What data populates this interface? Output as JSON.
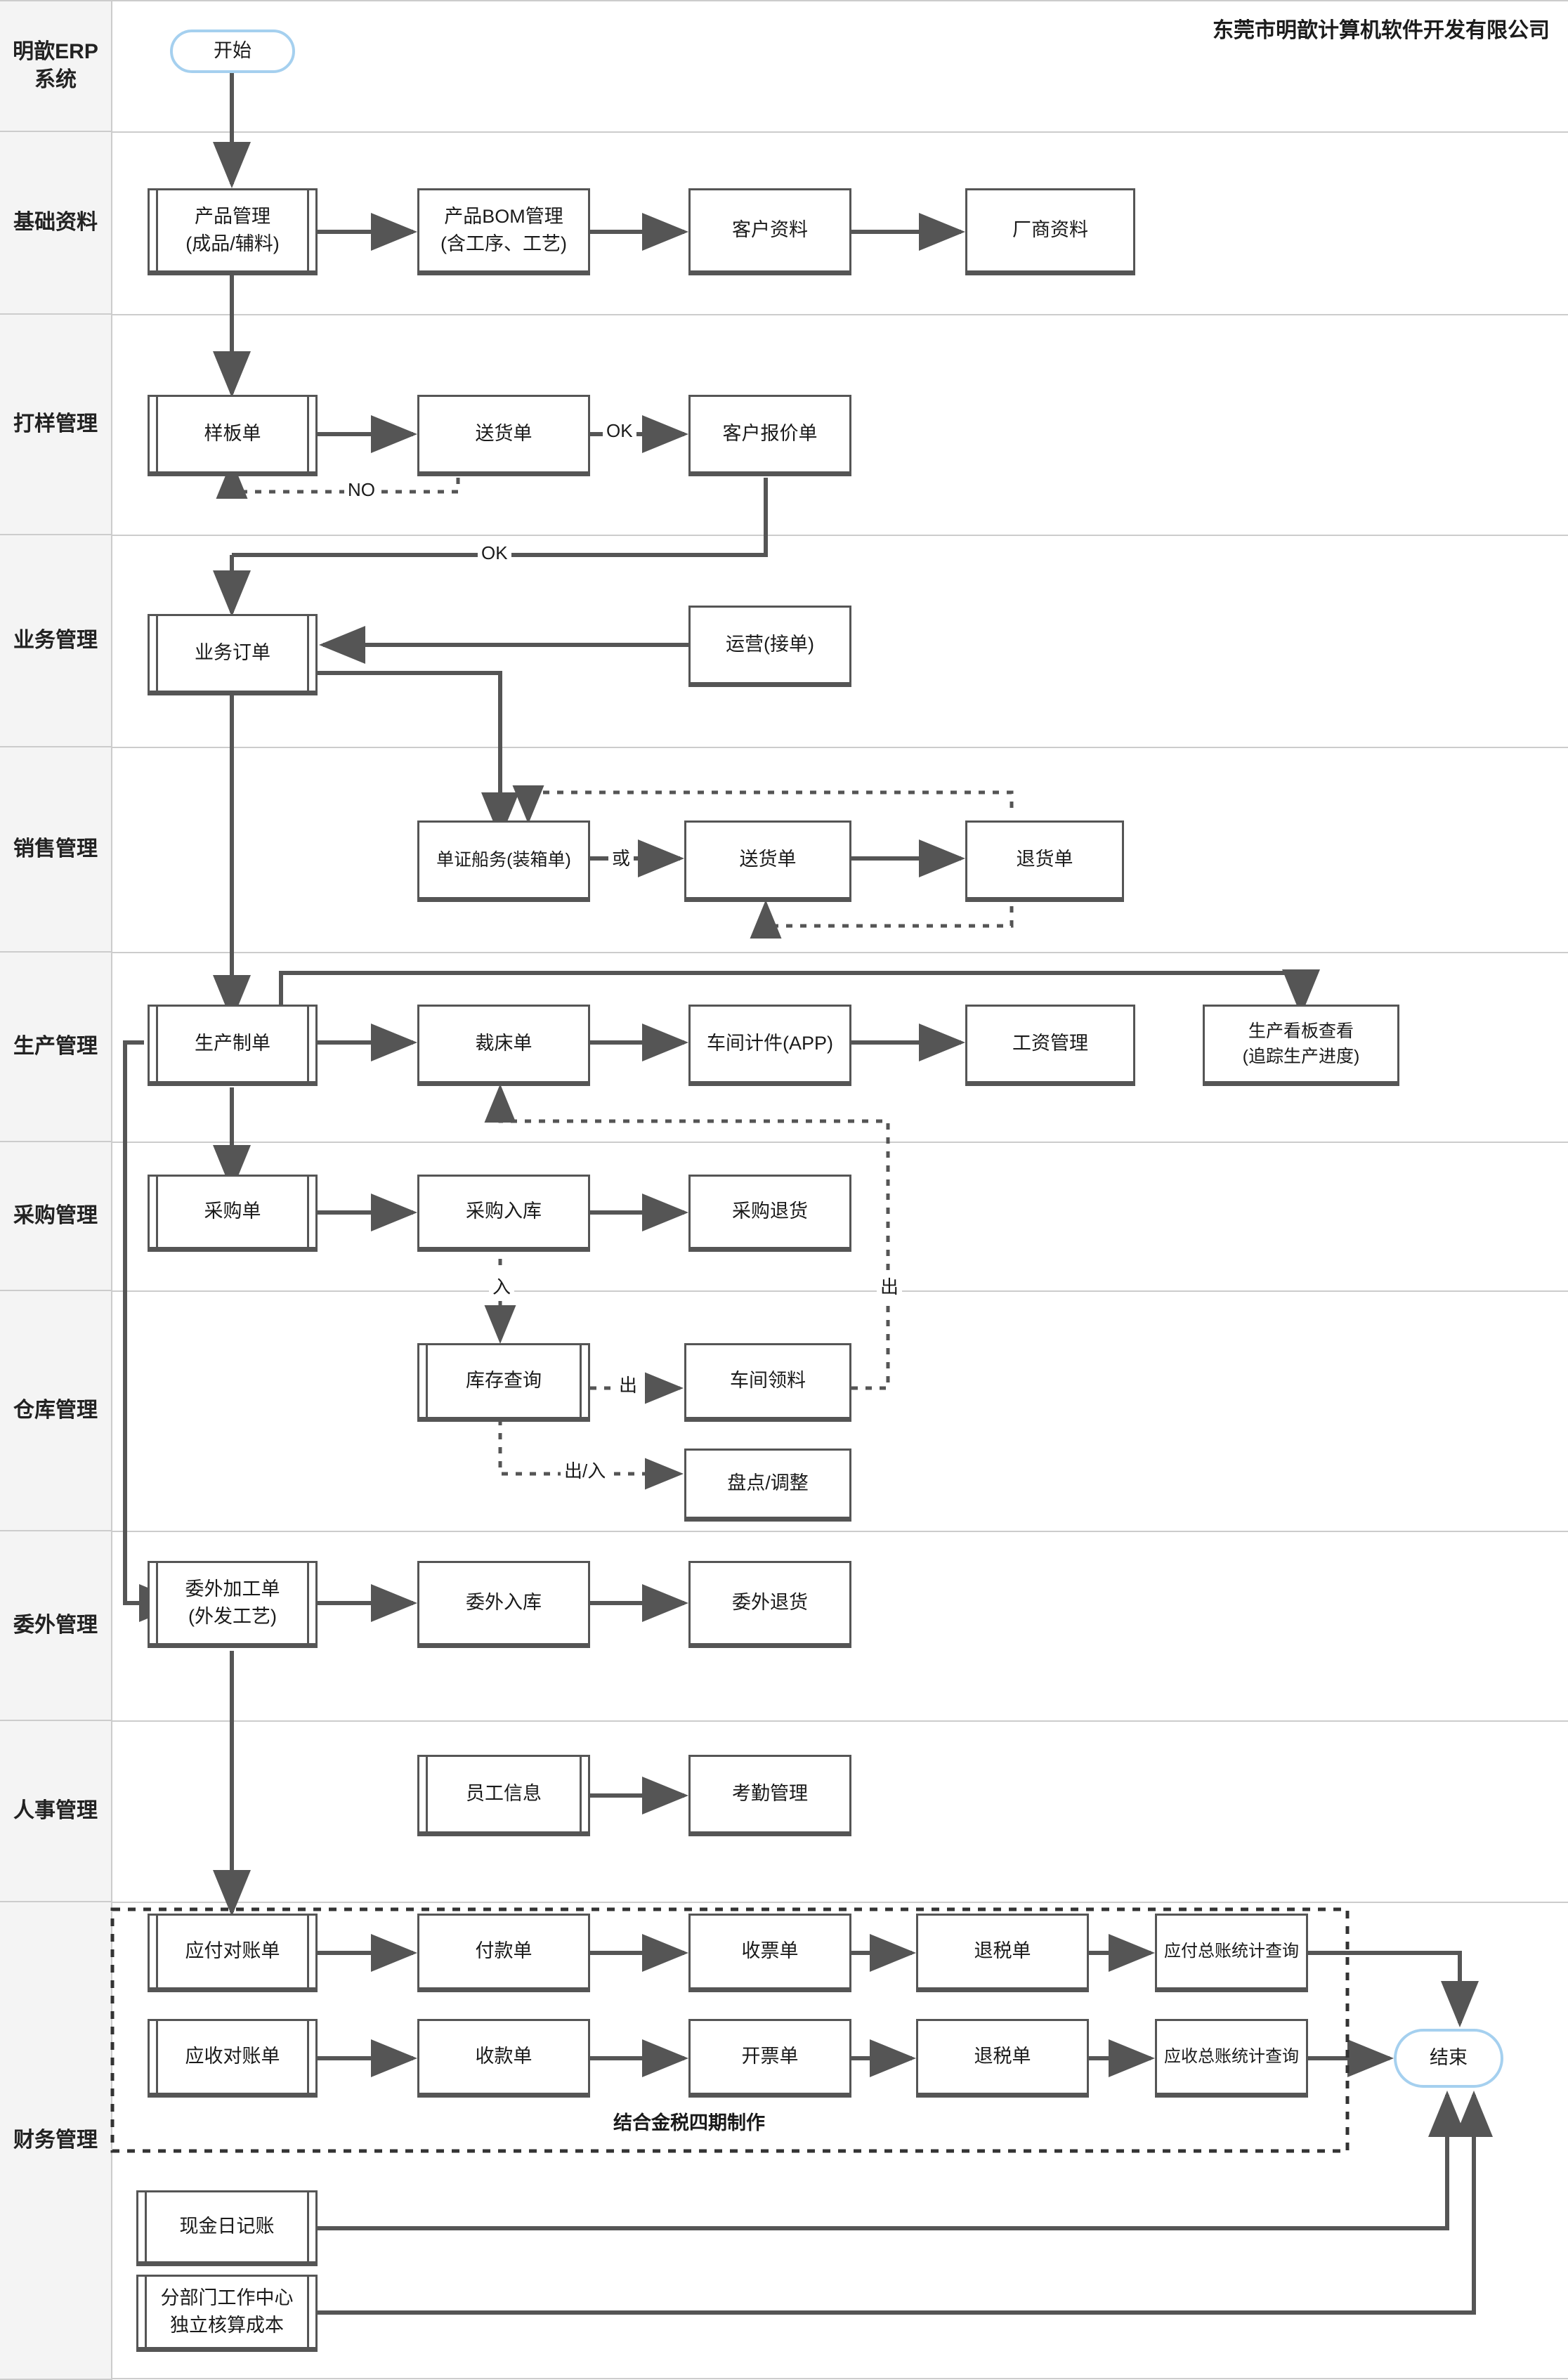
{
  "header": {
    "company_title": "东莞市明歆计算机软件开发有限公司"
  },
  "swimlanes": [
    {
      "id": "system",
      "label": "明歆ERP\n系统"
    },
    {
      "id": "basic",
      "label": "基础资料"
    },
    {
      "id": "sampling",
      "label": "打样管理"
    },
    {
      "id": "business",
      "label": "业务管理"
    },
    {
      "id": "sales",
      "label": "销售管理"
    },
    {
      "id": "production",
      "label": "生产管理"
    },
    {
      "id": "purchase",
      "label": "采购管理"
    },
    {
      "id": "warehouse",
      "label": "仓库管理"
    },
    {
      "id": "outsource",
      "label": "委外管理"
    },
    {
      "id": "hr",
      "label": "人事管理"
    },
    {
      "id": "finance",
      "label": "财务管理"
    }
  ],
  "nodes": {
    "start": {
      "label": "开始",
      "shape": "terminator"
    },
    "end": {
      "label": "结束",
      "shape": "terminator"
    },
    "product_mgmt_1": {
      "label": "产品管理",
      "shape": "predefined"
    },
    "product_mgmt_2": {
      "label": "(成品/辅料)"
    },
    "bom_mgmt_1": {
      "label": "产品BOM管理",
      "shape": "process"
    },
    "bom_mgmt_2": {
      "label": "(含工序、工艺)"
    },
    "customer_data": {
      "label": "客户资料",
      "shape": "process"
    },
    "vendor_data": {
      "label": "厂商资料",
      "shape": "process"
    },
    "sample_order": {
      "label": "样板单",
      "shape": "predefined"
    },
    "delivery_note_s": {
      "label": "送货单",
      "shape": "process"
    },
    "customer_quote": {
      "label": "客户报价单",
      "shape": "process"
    },
    "business_order": {
      "label": "业务订单",
      "shape": "predefined"
    },
    "operation_order": {
      "label": "运营(接单)",
      "shape": "process"
    },
    "doc_shipping": {
      "label": "单证船务(装箱单)",
      "shape": "process"
    },
    "delivery_note_x": {
      "label": "送货单",
      "shape": "process"
    },
    "return_note": {
      "label": "退货单",
      "shape": "process"
    },
    "production_order": {
      "label": "生产制单",
      "shape": "predefined"
    },
    "cutting_order": {
      "label": "裁床单",
      "shape": "process"
    },
    "workshop_piece": {
      "label": "车间计件(APP)",
      "shape": "process"
    },
    "salary_mgmt": {
      "label": "工资管理",
      "shape": "process"
    },
    "kanban_1": {
      "label": "生产看板查看",
      "shape": "process"
    },
    "kanban_2": {
      "label": "(追踪生产进度)"
    },
    "purchase_order": {
      "label": "采购单",
      "shape": "predefined"
    },
    "purchase_in": {
      "label": "采购入库",
      "shape": "process"
    },
    "purchase_return": {
      "label": "采购退货",
      "shape": "process"
    },
    "stock_query": {
      "label": "库存查询",
      "shape": "predefined"
    },
    "workshop_pick": {
      "label": "车间领料",
      "shape": "process"
    },
    "stocktake": {
      "label": "盘点/调整",
      "shape": "process"
    },
    "outsource_order1": {
      "label": "委外加工单",
      "shape": "predefined"
    },
    "outsource_order2": {
      "label": "(外发工艺)"
    },
    "outsource_in": {
      "label": "委外入库",
      "shape": "process"
    },
    "outsource_return": {
      "label": "委外退货",
      "shape": "process"
    },
    "employee_info": {
      "label": "员工信息",
      "shape": "predefined"
    },
    "attendance": {
      "label": "考勤管理",
      "shape": "process"
    },
    "ap_statement": {
      "label": "应付对账单",
      "shape": "predefined"
    },
    "payment_note": {
      "label": "付款单",
      "shape": "process"
    },
    "receipt_note": {
      "label": "收票单",
      "shape": "process"
    },
    "tax_refund_ap": {
      "label": "退税单",
      "shape": "process"
    },
    "ap_ledger": {
      "label": "应付总账统计查询",
      "shape": "process"
    },
    "ar_statement": {
      "label": "应收对账单",
      "shape": "predefined"
    },
    "collection_note": {
      "label": "收款单",
      "shape": "process"
    },
    "invoice_note": {
      "label": "开票单",
      "shape": "process"
    },
    "tax_refund_ar": {
      "label": "退税单",
      "shape": "process"
    },
    "ar_ledger": {
      "label": "应收总账统计查询",
      "shape": "process"
    },
    "cash_journal": {
      "label": "现金日记账",
      "shape": "predefined"
    },
    "dept_center_1": {
      "label": "分部门工作中心",
      "shape": "predefined"
    },
    "dept_center_2": {
      "label": "独立核算成本"
    }
  },
  "edge_labels": {
    "ok_sample": "OK",
    "no_sample": "NO",
    "ok_business": "OK",
    "or_sales": "或",
    "in_stock": "入",
    "out_stock": "出",
    "out_workshop": "出",
    "out_in_stocktake": "出/入",
    "golden_tax": "结合金税四期制作"
  },
  "colors": {
    "node_border": "#555555",
    "terminator_border": "#a5d0ef",
    "lane_bg": "#f4f4f4",
    "lane_divider": "#cccccc",
    "arrow": "#555555",
    "text": "#1a1a1a"
  }
}
